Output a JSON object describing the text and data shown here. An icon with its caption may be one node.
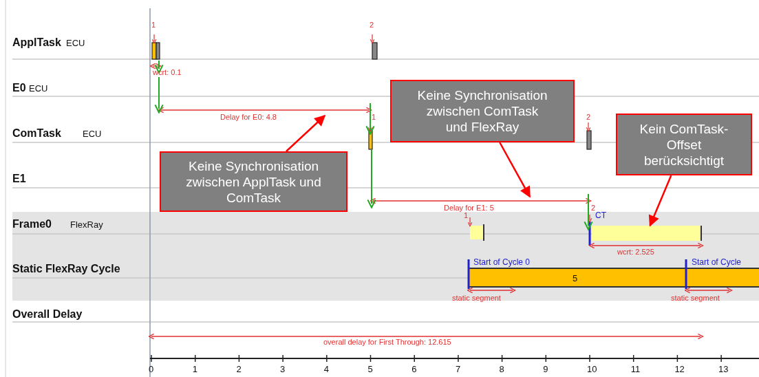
{
  "diagram": {
    "nodes": [
      {
        "text": [
          "Keine Synchronisation zwischen ApplTask und ComTask"
        ]
      },
      {
        "text": [
          "Keine Synchronisation zwischen ComTask und FlexRay"
        ]
      },
      {
        "text": [
          "Kein ComTask-Offset berücksichtigt"
        ]
      },
      {
        "text": [],
        "shape": "bar"
      }
    ],
    "edges": [
      {
        "from": 0,
        "to": null,
        "arrow": "to"
      },
      {
        "from": 1,
        "to": null,
        "arrow": "to"
      },
      {
        "from": 2,
        "to": 3,
        "arrow": "to"
      }
    ],
    "labels": [
      "1",
      "2",
      "ApplTask",
      "ECU",
      "wcrt: 0.1",
      "E0",
      "ECU",
      "Delay for E0: 4.8",
      "1",
      "2",
      "ComTask",
      "ECU",
      "E1",
      "Delay for E1: 5",
      "1",
      "2",
      "CT",
      "Frame0",
      "FlexRay",
      "wcrt: 2.525",
      "Start of Cycle 0",
      "Start of Cycle",
      "Static FlexRay Cycle",
      "5",
      "static segment",
      "static segment",
      "Overall Delay",
      "overall delay for First Through: 12.615",
      "0",
      "1",
      "2",
      "3",
      "4",
      "5",
      "6",
      "7",
      "8",
      "9",
      "10",
      "11",
      "12",
      "13"
    ]
  }
}
